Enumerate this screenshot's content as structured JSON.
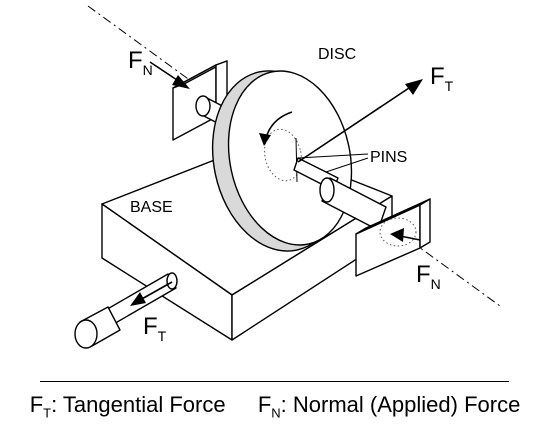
{
  "labels": {
    "disc": "DISC",
    "pins": "PINS",
    "base": "BASE",
    "force_symbol": "F",
    "tangential_sub": "T",
    "normal_sub": "N"
  },
  "legend": {
    "tangential": {
      "symbol": "F",
      "sub": "T",
      "text": ": Tangential Force"
    },
    "normal": {
      "symbol": "F",
      "sub": "N",
      "text": ": Normal (Applied) Force"
    }
  }
}
